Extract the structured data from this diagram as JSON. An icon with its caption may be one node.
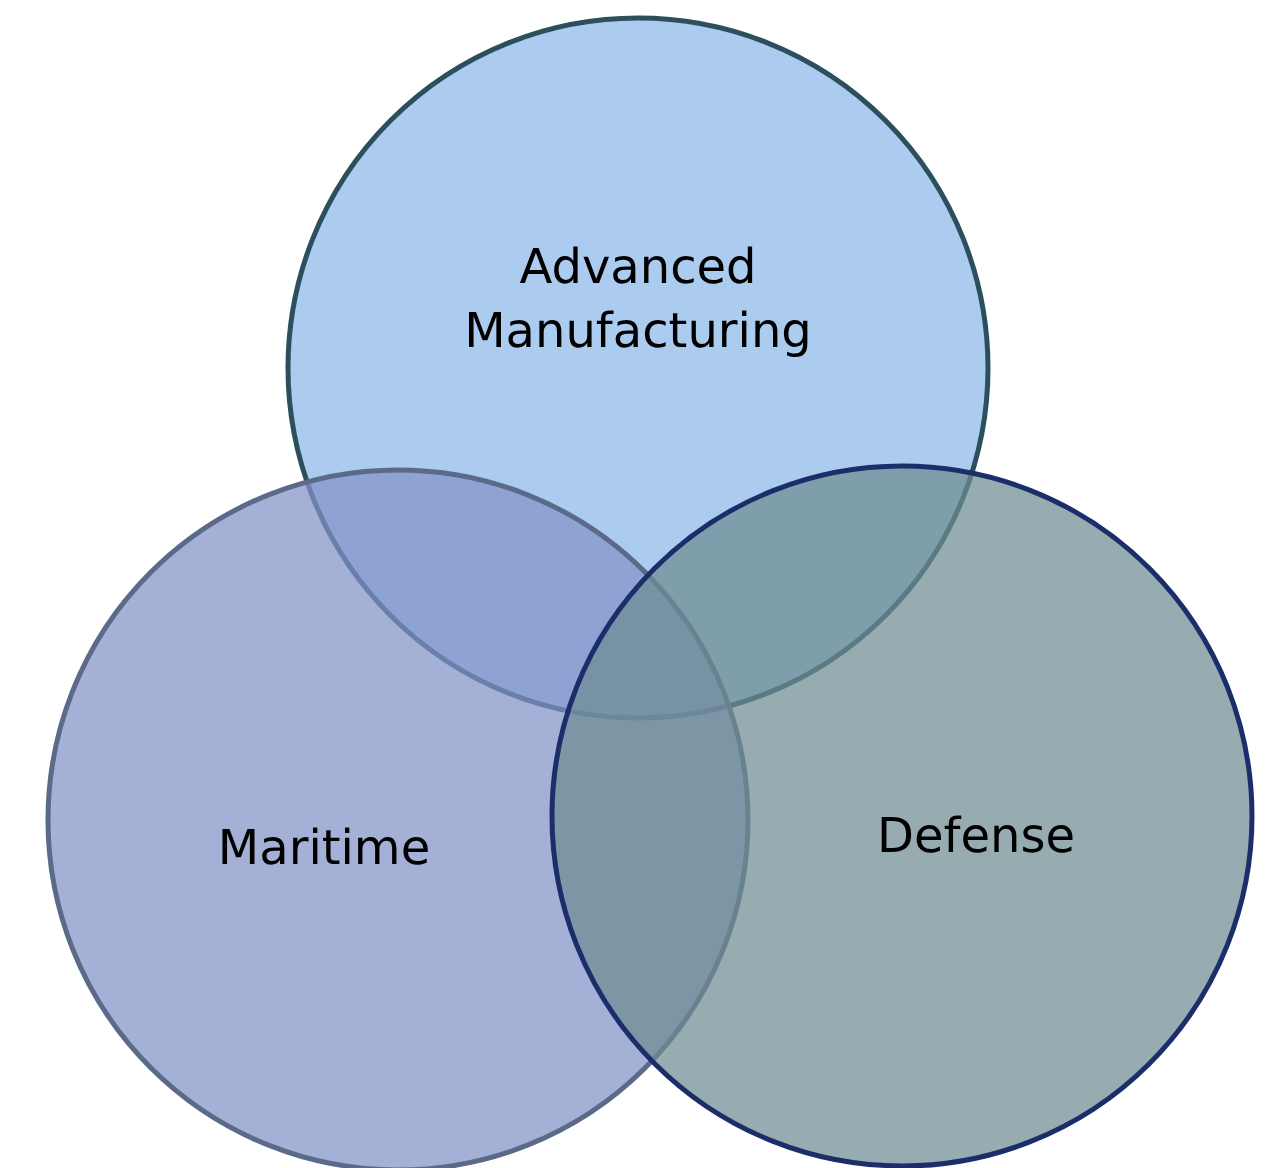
{
  "diagram": {
    "nodes": [
      {
        "text": [
          "Advanced Manufacturing"
        ]
      },
      {
        "text": [
          "Maritime"
        ]
      },
      {
        "text": [
          "Defense"
        ]
      }
    ]
  }
}
